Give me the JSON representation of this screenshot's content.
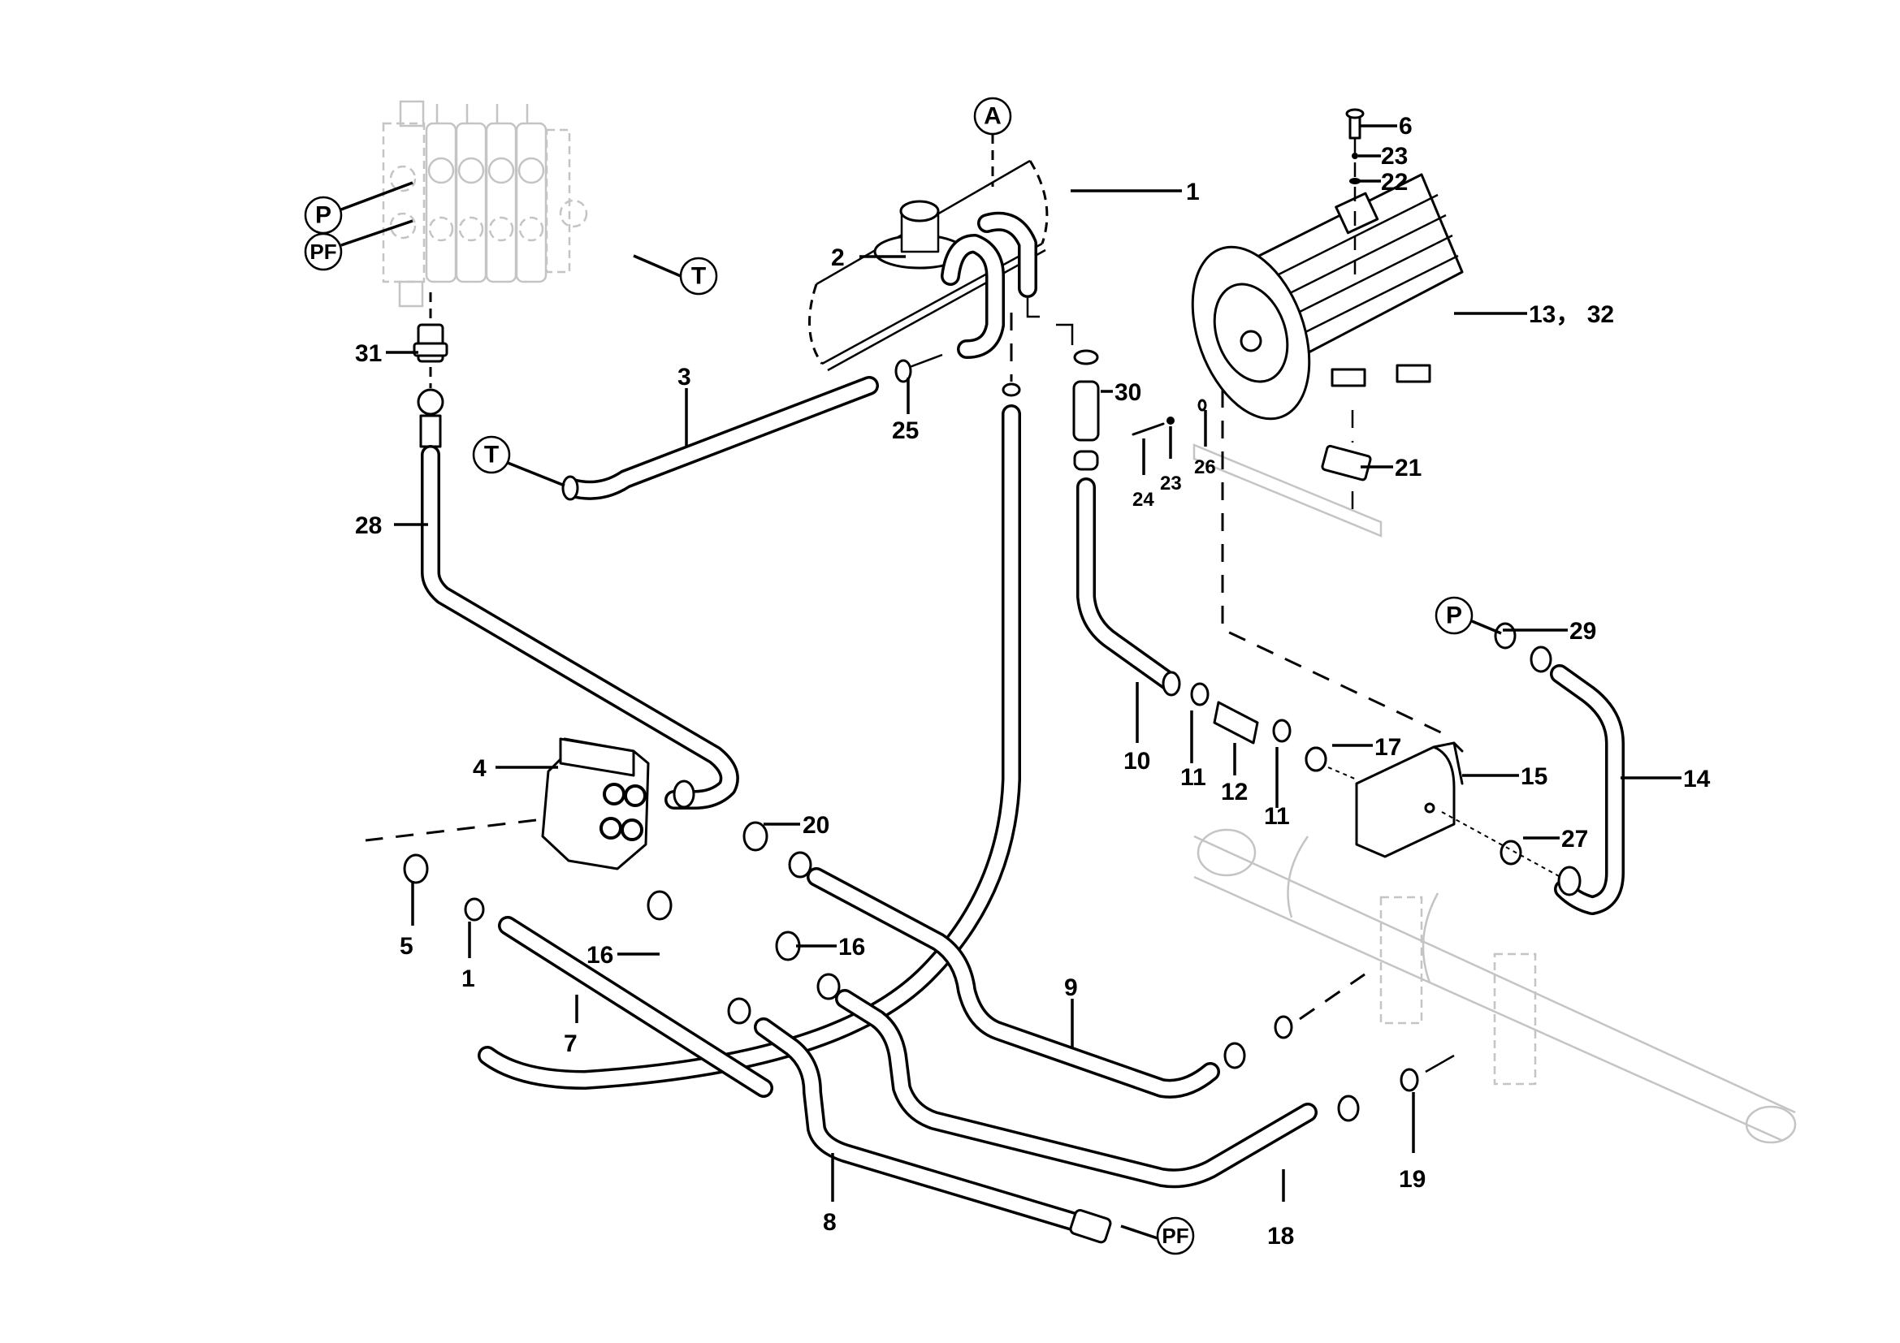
{
  "diagram": {
    "title": "Hydraulic steering circuit – exploded parts view",
    "callouts": {
      "c1_top": "1",
      "c2": "2",
      "c3": "3",
      "c4": "4",
      "c5": "5",
      "c1_bottom": "1",
      "c6": "6",
      "c7": "7",
      "c8": "8",
      "c9": "9",
      "c10": "10",
      "c11_left": "11",
      "c11_right": "11",
      "c12": "12",
      "c13_32": "13， 32",
      "c14": "14",
      "c15": "15",
      "c16_left": "16",
      "c16_right": "16",
      "c17": "17",
      "c18": "18",
      "c19": "19",
      "c20": "20",
      "c21": "21",
      "c22": "22",
      "c23_top": "23",
      "c23_low": "23",
      "c24": "24",
      "c25": "25",
      "c26": "26",
      "c27": "27",
      "c28": "28",
      "c29": "29",
      "c30": "30",
      "c31": "31"
    },
    "ports": {
      "valve_p": "P",
      "valve_pf": "PF",
      "valve_t": "T",
      "tube3_t": "T",
      "view_a": "A",
      "hose14_p": "P",
      "hose8_pf": "PF"
    }
  }
}
